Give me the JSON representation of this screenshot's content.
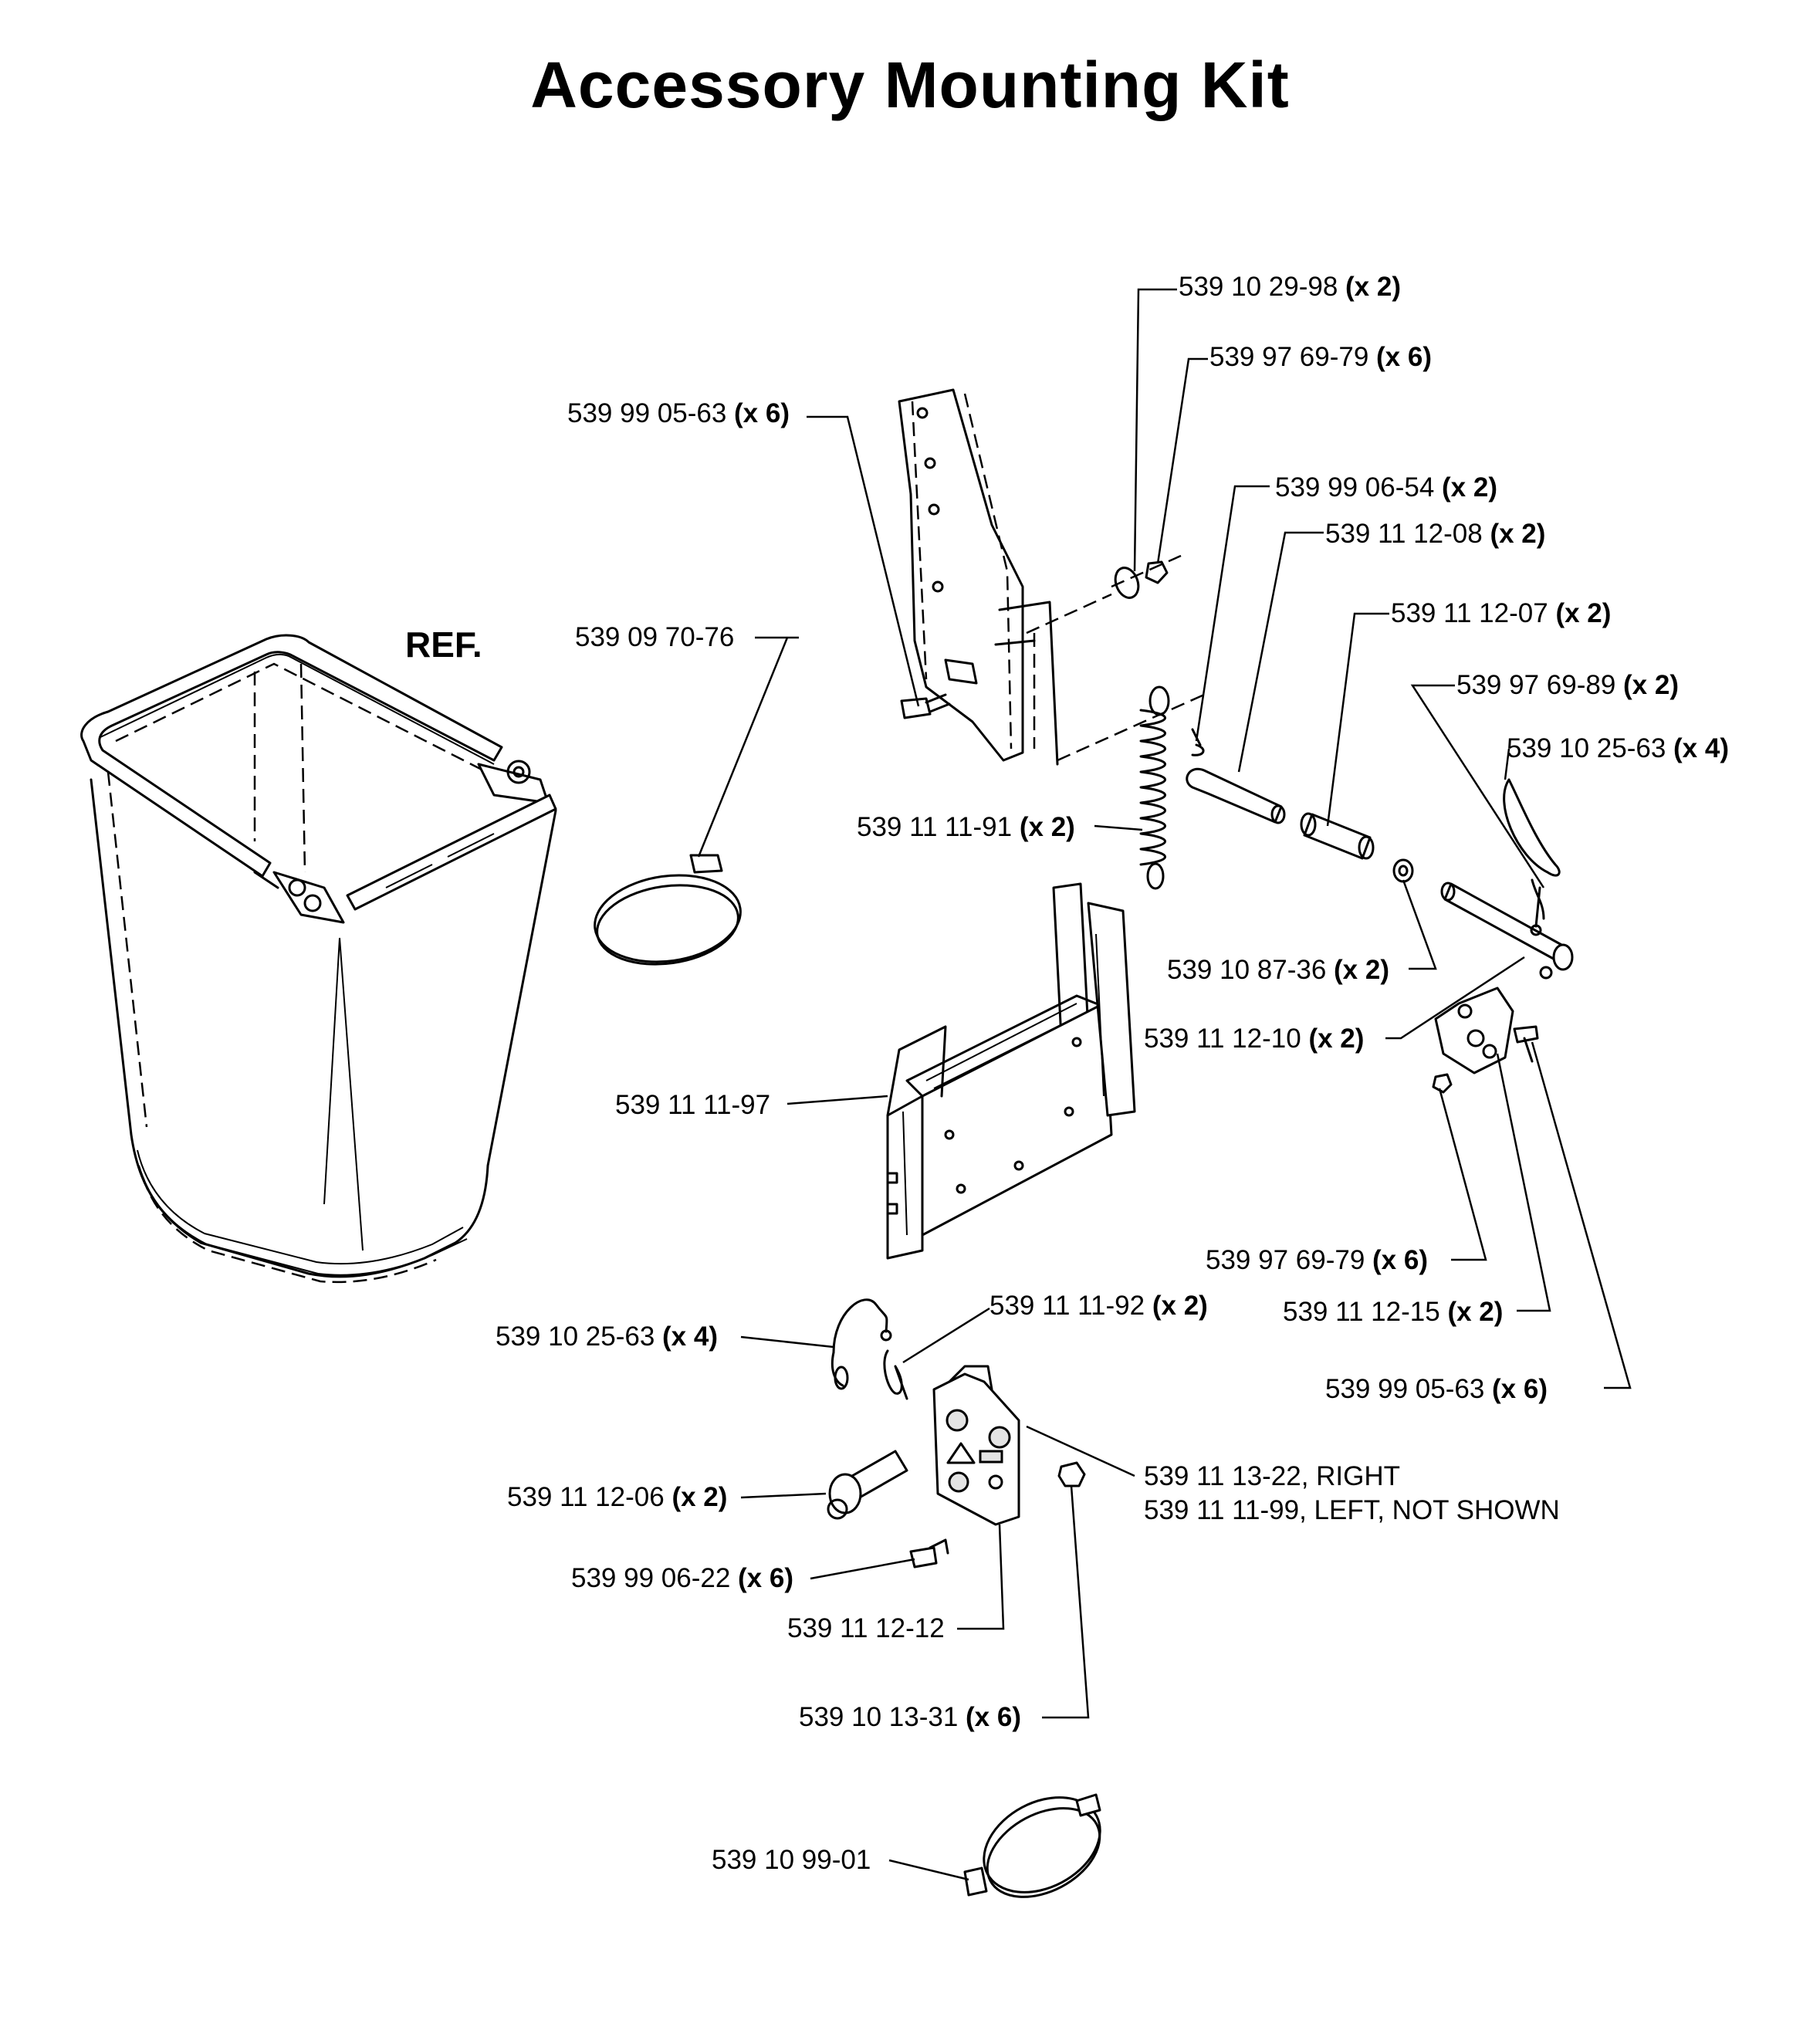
{
  "title": "Accessory Mounting Kit",
  "ref_label": "REF.",
  "labels": [
    {
      "id": "p1",
      "part": "539 10 29-98",
      "qty": "(x 2)"
    },
    {
      "id": "p2",
      "part": "539 97 69-79",
      "qty": "(x 6)"
    },
    {
      "id": "p3",
      "part": "539 99 05-63",
      "qty": "(x 6)"
    },
    {
      "id": "p4",
      "part": "539 99 06-54",
      "qty": "(x 2)"
    },
    {
      "id": "p5",
      "part": "539 11 12-08",
      "qty": "(x 2)"
    },
    {
      "id": "p6",
      "part": "539 11 12-07",
      "qty": "(x 2)"
    },
    {
      "id": "p7",
      "part": "539 09 70-76",
      "qty": ""
    },
    {
      "id": "p8",
      "part": "539 97 69-89",
      "qty": "(x 2)"
    },
    {
      "id": "p9",
      "part": "539 10 25-63",
      "qty": "(x 4)"
    },
    {
      "id": "p10",
      "part": "539 11 11-91",
      "qty": "(x 2)"
    },
    {
      "id": "p11",
      "part": "539 10 87-36",
      "qty": "(x 2)"
    },
    {
      "id": "p12",
      "part": "539 11 12-10",
      "qty": "(x 2)"
    },
    {
      "id": "p13",
      "part": "539 11 11-97",
      "qty": ""
    },
    {
      "id": "p14",
      "part": "539 97 69-79",
      "qty": "(x 6)"
    },
    {
      "id": "p15",
      "part": "539 11 12-15",
      "qty": "(x 2)"
    },
    {
      "id": "p16",
      "part": "539 10 25-63",
      "qty": "(x 4)"
    },
    {
      "id": "p17",
      "part": "539 11 11-92",
      "qty": "(x 2)"
    },
    {
      "id": "p18",
      "part": "539 99 05-63",
      "qty": "(x 6)"
    },
    {
      "id": "p19",
      "part": "539 11 13-22, RIGHT",
      "qty": ""
    },
    {
      "id": "p20",
      "part": "539 11 11-99, LEFT, NOT SHOWN",
      "qty": ""
    },
    {
      "id": "p21",
      "part": "539 11 12-06",
      "qty": "(x 2)"
    },
    {
      "id": "p22",
      "part": "539 99 06-22",
      "qty": "(x 6)"
    },
    {
      "id": "p23",
      "part": "539 11 12-12",
      "qty": ""
    },
    {
      "id": "p24",
      "part": "539 10 13-31",
      "qty": "(x 6)"
    },
    {
      "id": "p25",
      "part": "539 10 99-01",
      "qty": ""
    }
  ]
}
